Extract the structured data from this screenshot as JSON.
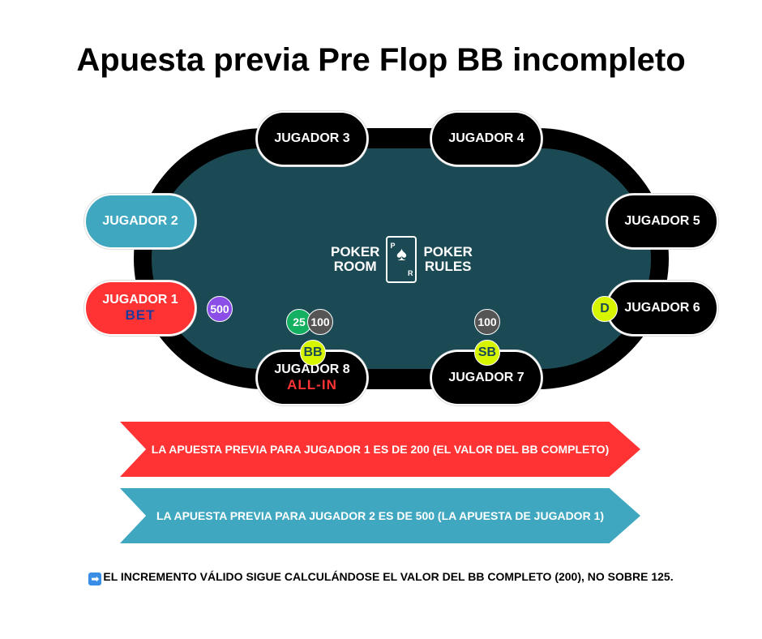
{
  "title": "Apuesta previa Pre Flop BB incompleto",
  "players": {
    "p1": {
      "name": "JUGADOR 1",
      "status": "BET"
    },
    "p2": {
      "name": "JUGADOR 2"
    },
    "p3": {
      "name": "JUGADOR 3"
    },
    "p4": {
      "name": "JUGADOR 4"
    },
    "p5": {
      "name": "JUGADOR 5"
    },
    "p6": {
      "name": "JUGADOR 6"
    },
    "p7": {
      "name": "JUGADOR 7"
    },
    "p8": {
      "name": "JUGADOR 8",
      "status": "ALL-IN"
    }
  },
  "chips": {
    "p1": "500",
    "p8_a": "25",
    "p8_b": "100",
    "p7": "100"
  },
  "buttons": {
    "dealer": "D",
    "big_blind": "BB",
    "small_blind": "SB"
  },
  "logo": {
    "left_top": "POKER",
    "left_bottom": "ROOM",
    "right_top": "POKER",
    "right_bottom": "RULES",
    "card_top": "P",
    "card_bottom": "R"
  },
  "banners": [
    "LA APUESTA PREVIA PARA JUGADOR 1 ES DE 200 (EL VALOR DEL BB COMPLETO)",
    "LA APUESTA PREVIA PARA JUGADOR 2 ES DE 500 (LA APUESTA DE JUGADOR 1)"
  ],
  "note": "EL INCREMENTO VÁLIDO SIGUE CALCULÁNDOSE EL VALOR DEL BB COMPLETO (200), NO SOBRE 125.",
  "colors": {
    "red": "#ff3333",
    "teal": "#3fa8c0",
    "felt": "#1b4a55",
    "button": "#d8f500"
  }
}
